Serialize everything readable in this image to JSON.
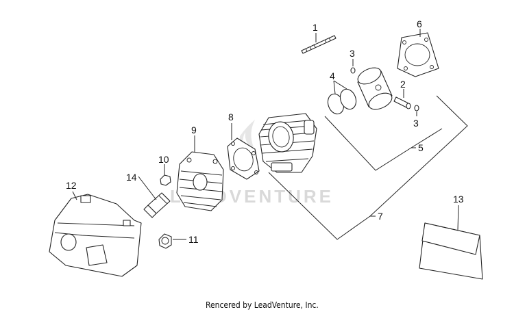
{
  "watermark": "LEADVENTURE",
  "footer": "Rencered by LeadVenture, Inc.",
  "callouts": {
    "c1": "1",
    "c2": "2",
    "c3a": "3",
    "c3b": "3",
    "c4": "4",
    "c5": "5",
    "c6": "6",
    "c7": "7",
    "c8": "8",
    "c9": "9",
    "c10": "10",
    "c11": "11",
    "c12": "12",
    "c13": "13",
    "c14": "14"
  }
}
